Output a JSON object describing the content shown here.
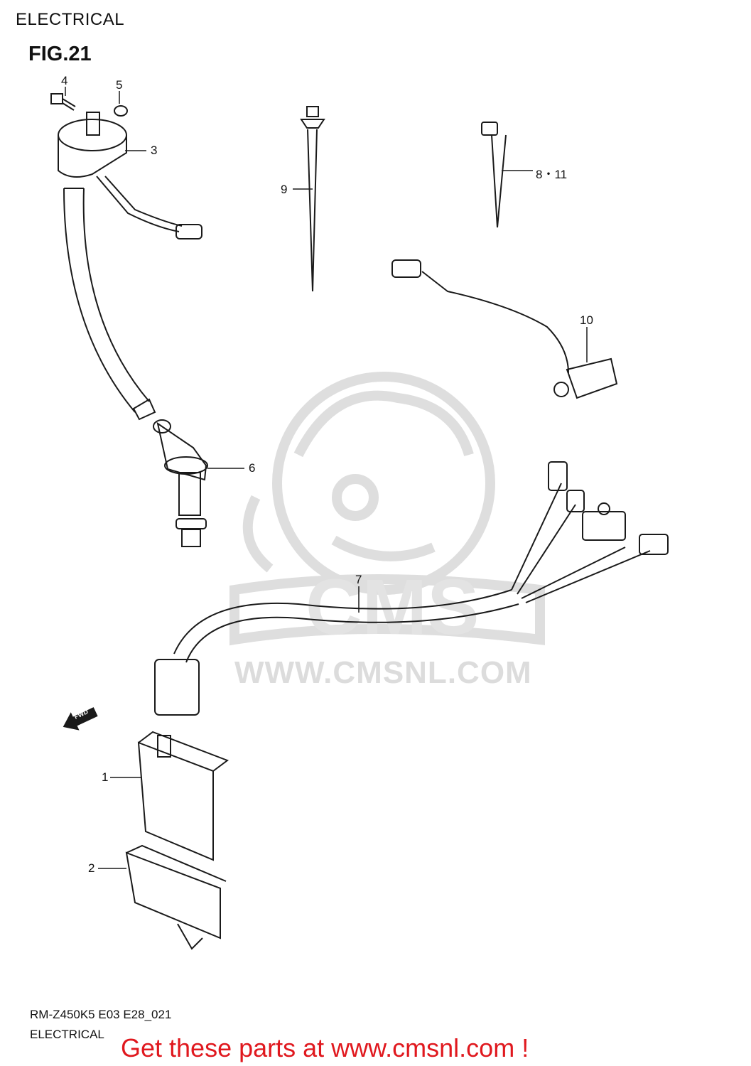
{
  "header": {
    "section": "ELECTRICAL",
    "figure": "FIG.21"
  },
  "callouts": [
    {
      "id": "c4",
      "label": "4"
    },
    {
      "id": "c5",
      "label": "5"
    },
    {
      "id": "c3",
      "label": "3"
    },
    {
      "id": "c9",
      "label": "9"
    },
    {
      "id": "c811",
      "label": "8・11"
    },
    {
      "id": "c10",
      "label": "10"
    },
    {
      "id": "c6",
      "label": "6"
    },
    {
      "id": "c7",
      "label": "7"
    },
    {
      "id": "c1",
      "label": "1"
    },
    {
      "id": "c2",
      "label": "2"
    }
  ],
  "direction_marker": "FWD",
  "watermark": {
    "logo_text": "CMS",
    "site": "WWW.CMSNL.COM"
  },
  "footer": {
    "code": "RM-Z450K5 E03 E28_021",
    "title": "ELECTRICAL"
  },
  "promo": "Get these parts at www.cmsnl.com !",
  "colors": {
    "line": "#1a1a1a",
    "watermark": "#d9d9d9",
    "promo": "#e0181e"
  }
}
